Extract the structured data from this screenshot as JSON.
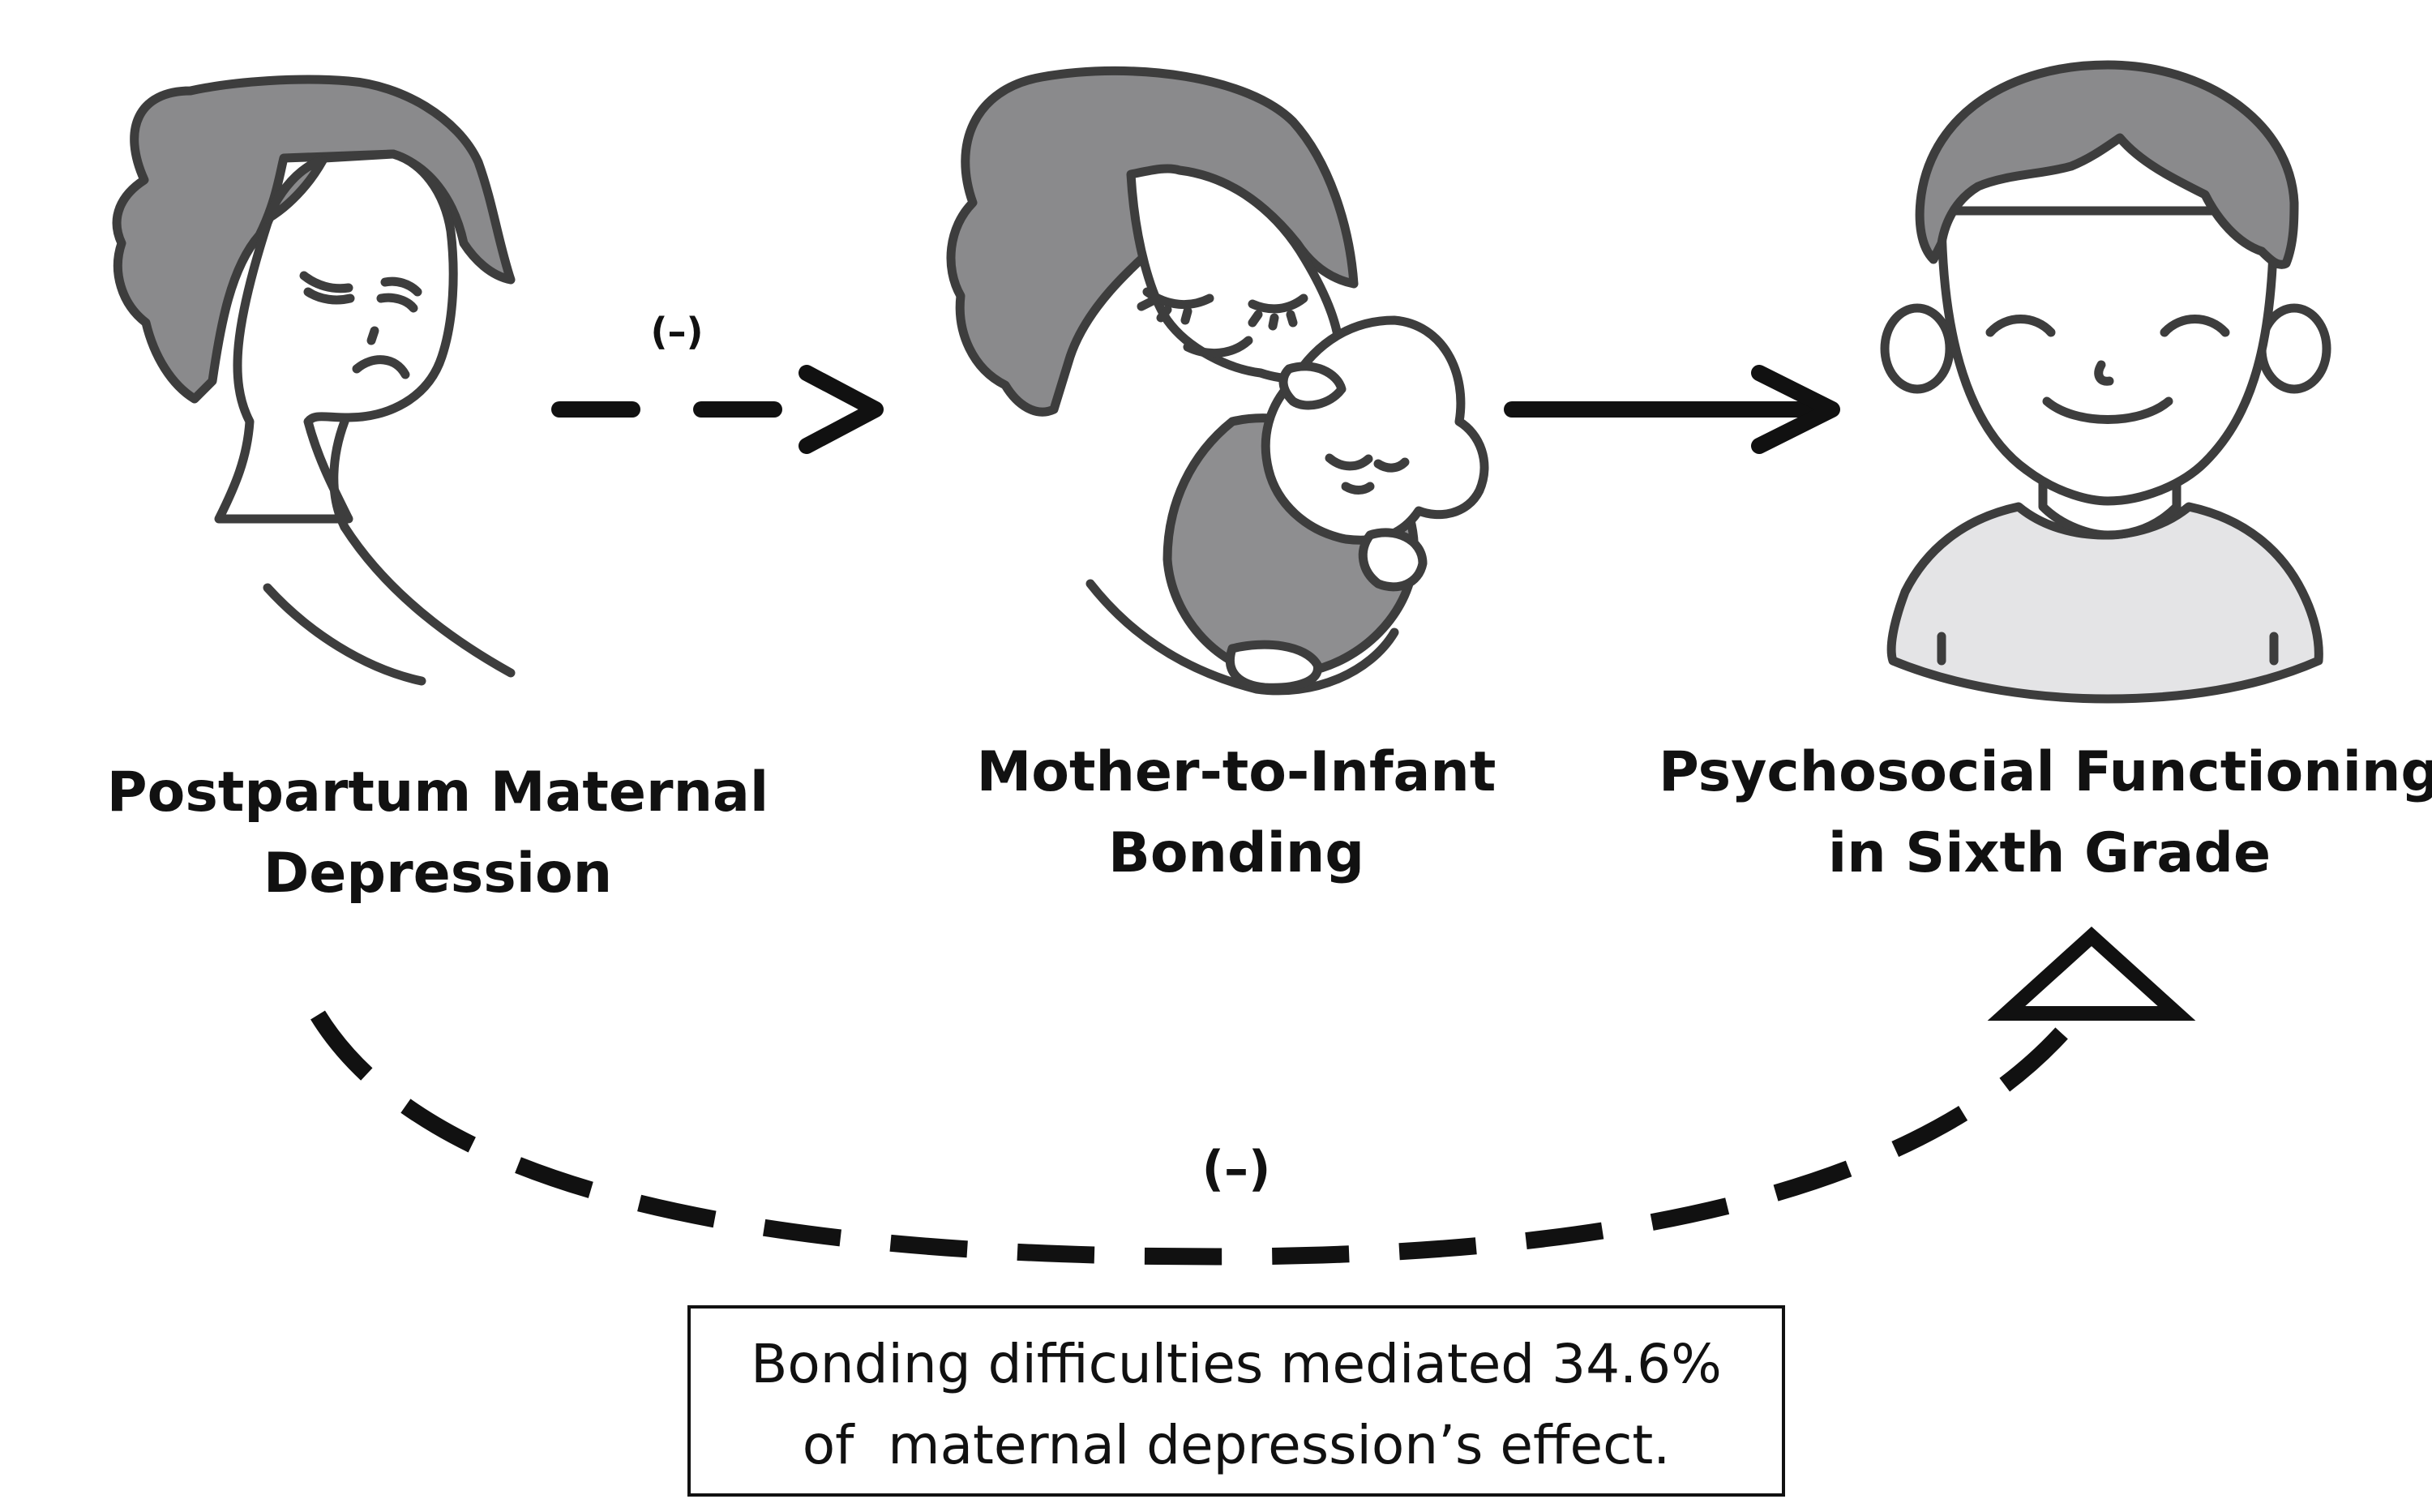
{
  "nodes": {
    "depression": {
      "line1": "Postpartum Maternal",
      "line2": "Depression",
      "icon": "sad-mother-icon"
    },
    "bonding": {
      "line1": "Mother-to-Infant",
      "line2": "Bonding",
      "icon": "mother-holding-infant-icon"
    },
    "outcome": {
      "line1": "Psychosocial Functioning",
      "line2": "in Sixth Grade",
      "icon": "smiling-child-icon"
    }
  },
  "edges": {
    "depression_to_bonding": {
      "sign": "(–)",
      "style": "dashed"
    },
    "bonding_to_outcome": {
      "sign": "",
      "style": "solid"
    },
    "depression_to_outcome": {
      "sign": "(–)",
      "style": "dashed"
    }
  },
  "note": {
    "line1": "Bonding difficulties mediated 34.6%",
    "line2": "of  maternal depression’s effect."
  },
  "colors": {
    "line": "#3d3d3d",
    "hair": "#8a8a8c",
    "skin": "#ffffff",
    "shirt_adult": "#8e8e90",
    "shirt_child": "#e4e4e6",
    "ink": "#111111"
  }
}
